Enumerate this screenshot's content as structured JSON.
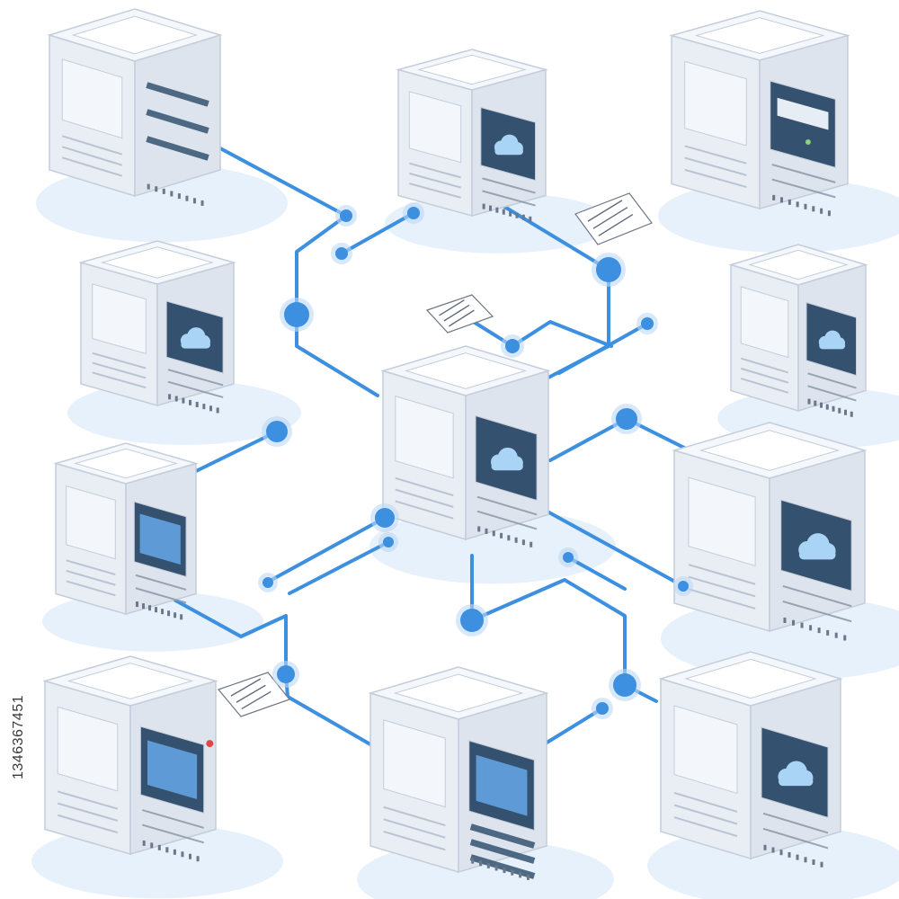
{
  "stock_id": "1346367451",
  "colors": {
    "link": "#3d8fe0",
    "node": "#3d8fe0",
    "node_glow": "#bcd9f6",
    "shadow": "#e3effb",
    "top": "#f4f7fb",
    "left": "#e9eef5",
    "right": "#dde4ee",
    "outline": "#c4cdda",
    "screen": "#34526f",
    "screen_glass": "#5e9bd6",
    "cloud": "#a9d4f5",
    "led": "#8fd07a",
    "alert": "#e04848"
  },
  "servers": [
    {
      "id": "server-top-left",
      "screen": "none",
      "rack": true
    },
    {
      "id": "server-top-center",
      "screen": "cloud",
      "rack": false
    },
    {
      "id": "server-top-right",
      "screen": "panel",
      "rack": false
    },
    {
      "id": "server-mid-left",
      "screen": "cloud",
      "rack": false
    },
    {
      "id": "server-mid-right",
      "screen": "cloud",
      "rack": false
    },
    {
      "id": "server-hub",
      "screen": "cloud",
      "rack": false
    },
    {
      "id": "server-left-lower",
      "screen": "blue",
      "rack": false
    },
    {
      "id": "server-right-lower",
      "screen": "cloud",
      "rack": false
    },
    {
      "id": "server-bottom-left",
      "screen": "blue",
      "rack": false
    },
    {
      "id": "server-bottom-center",
      "screen": "blue",
      "rack": true
    },
    {
      "id": "server-bottom-right",
      "screen": "cloud",
      "rack": false
    }
  ],
  "documents": [
    {
      "id": "doc-chart"
    },
    {
      "id": "doc-note"
    },
    {
      "id": "doc-signature"
    }
  ]
}
